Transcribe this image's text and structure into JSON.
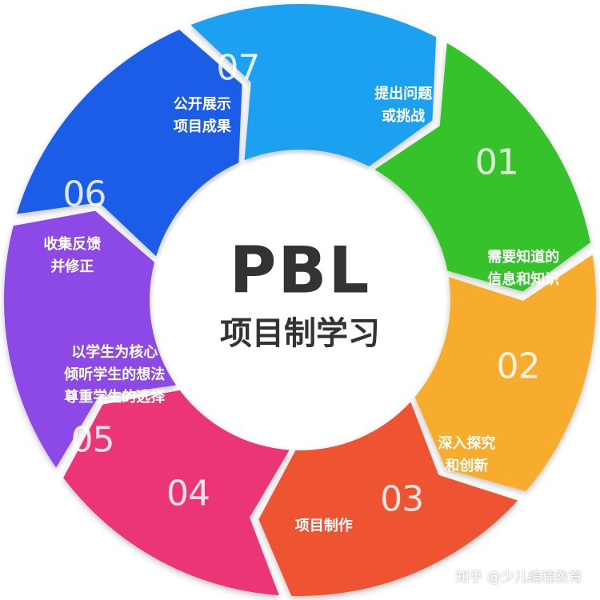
{
  "center": {
    "title": "PBL",
    "subtitle": "项目制学习"
  },
  "segments": [
    {
      "number": "01",
      "lines": [
        "提出问题",
        "或挑战"
      ],
      "color": "#F8AC2E"
    },
    {
      "number": "02",
      "lines": [
        "需要知道的",
        "信息和知识"
      ],
      "color": "#EE5333"
    },
    {
      "number": "03",
      "lines": [
        "深入探究",
        "和创新"
      ],
      "color": "#EC3477"
    },
    {
      "number": "04",
      "lines": [
        "项目制作"
      ],
      "color": "#8C48E6"
    },
    {
      "number": "05",
      "lines": [
        "以学生为核心",
        "倾听学生的想法",
        "尊重学生的选择"
      ],
      "color": "#1F5DE8"
    },
    {
      "number": "06",
      "lines": [
        "收集反馈",
        "并修正"
      ],
      "color": "#1FA0F0"
    },
    {
      "number": "07",
      "lines": [
        "公开展示",
        "项目成果"
      ],
      "color": "#35C22B"
    }
  ],
  "watermark": "知乎 @少儿编程教育"
}
